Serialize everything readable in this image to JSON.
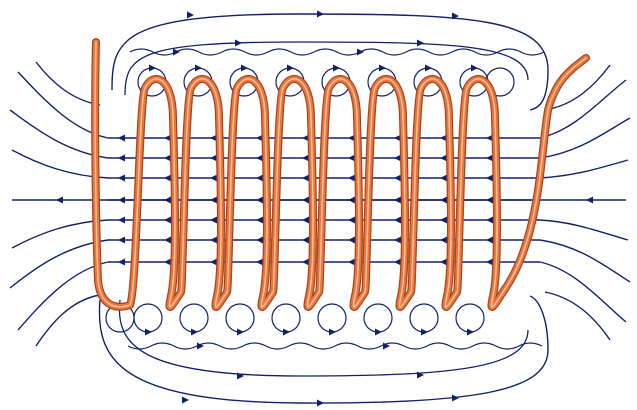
{
  "diagram": {
    "subject": "solenoid",
    "field_line_color": "#13206b",
    "coil_color": "#e9783f",
    "coil_edge_color": "#a8451b",
    "coil_highlight_color": "#ffd0b3",
    "turns": 8,
    "interior_field_direction": "left",
    "loop_rows": [
      "top",
      "bottom"
    ],
    "return_loops": [
      "outer-top",
      "outer-bottom"
    ]
  }
}
